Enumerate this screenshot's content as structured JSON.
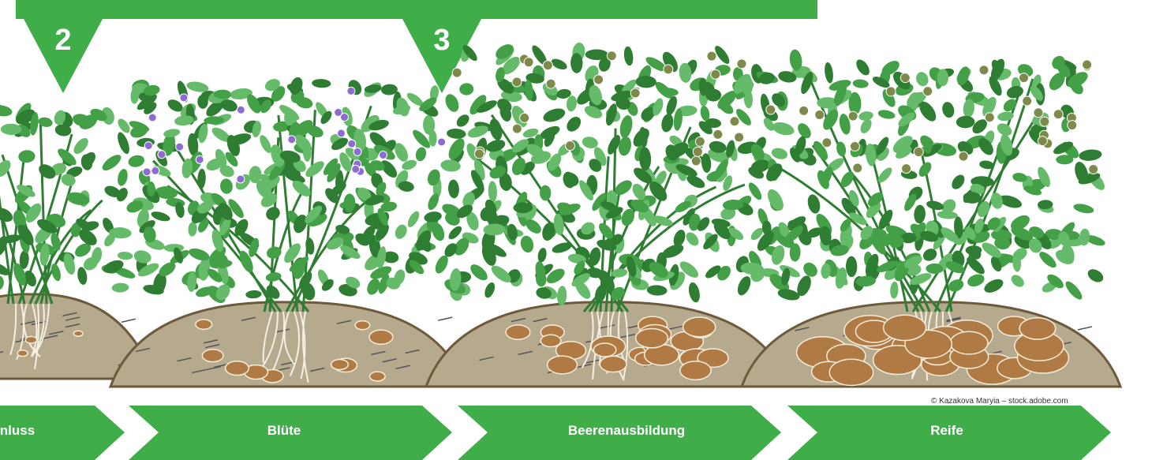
{
  "markers": [
    "2",
    "3"
  ],
  "stages": [
    {
      "label": "nluss"
    },
    {
      "label": "Blüte"
    },
    {
      "label": "Beerenausbildung"
    },
    {
      "label": "Reife"
    }
  ],
  "credit": "© Kazakova Maryia – stock.adobe.com",
  "colors": {
    "accent_green": "#3fae49",
    "leaf_dark": "#2e7d32",
    "leaf_mid": "#43a047",
    "leaf_light": "#66bb6a",
    "soil": "#b5aa8e",
    "soil_edge": "#6d5a3a",
    "tuber": "#b07a45",
    "flower": "#8e6bd1",
    "berry": "#7d8a4a"
  }
}
